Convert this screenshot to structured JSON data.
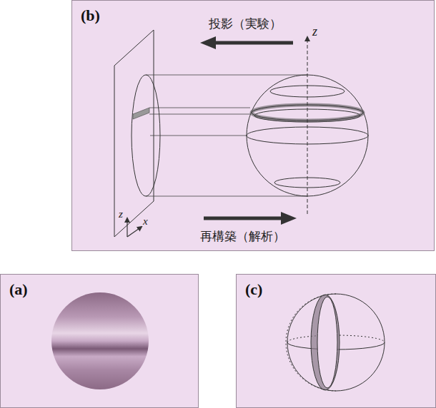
{
  "diagram": {
    "nodes": [
      {
        "text": [
          "(b)"
        ]
      },
      {
        "text": [
          "(a)"
        ]
      },
      {
        "text": [
          "(c)"
        ]
      }
    ],
    "labels": [
      "投影（実験）",
      "z",
      "再構築（解析）",
      "z",
      "x"
    ]
  }
}
